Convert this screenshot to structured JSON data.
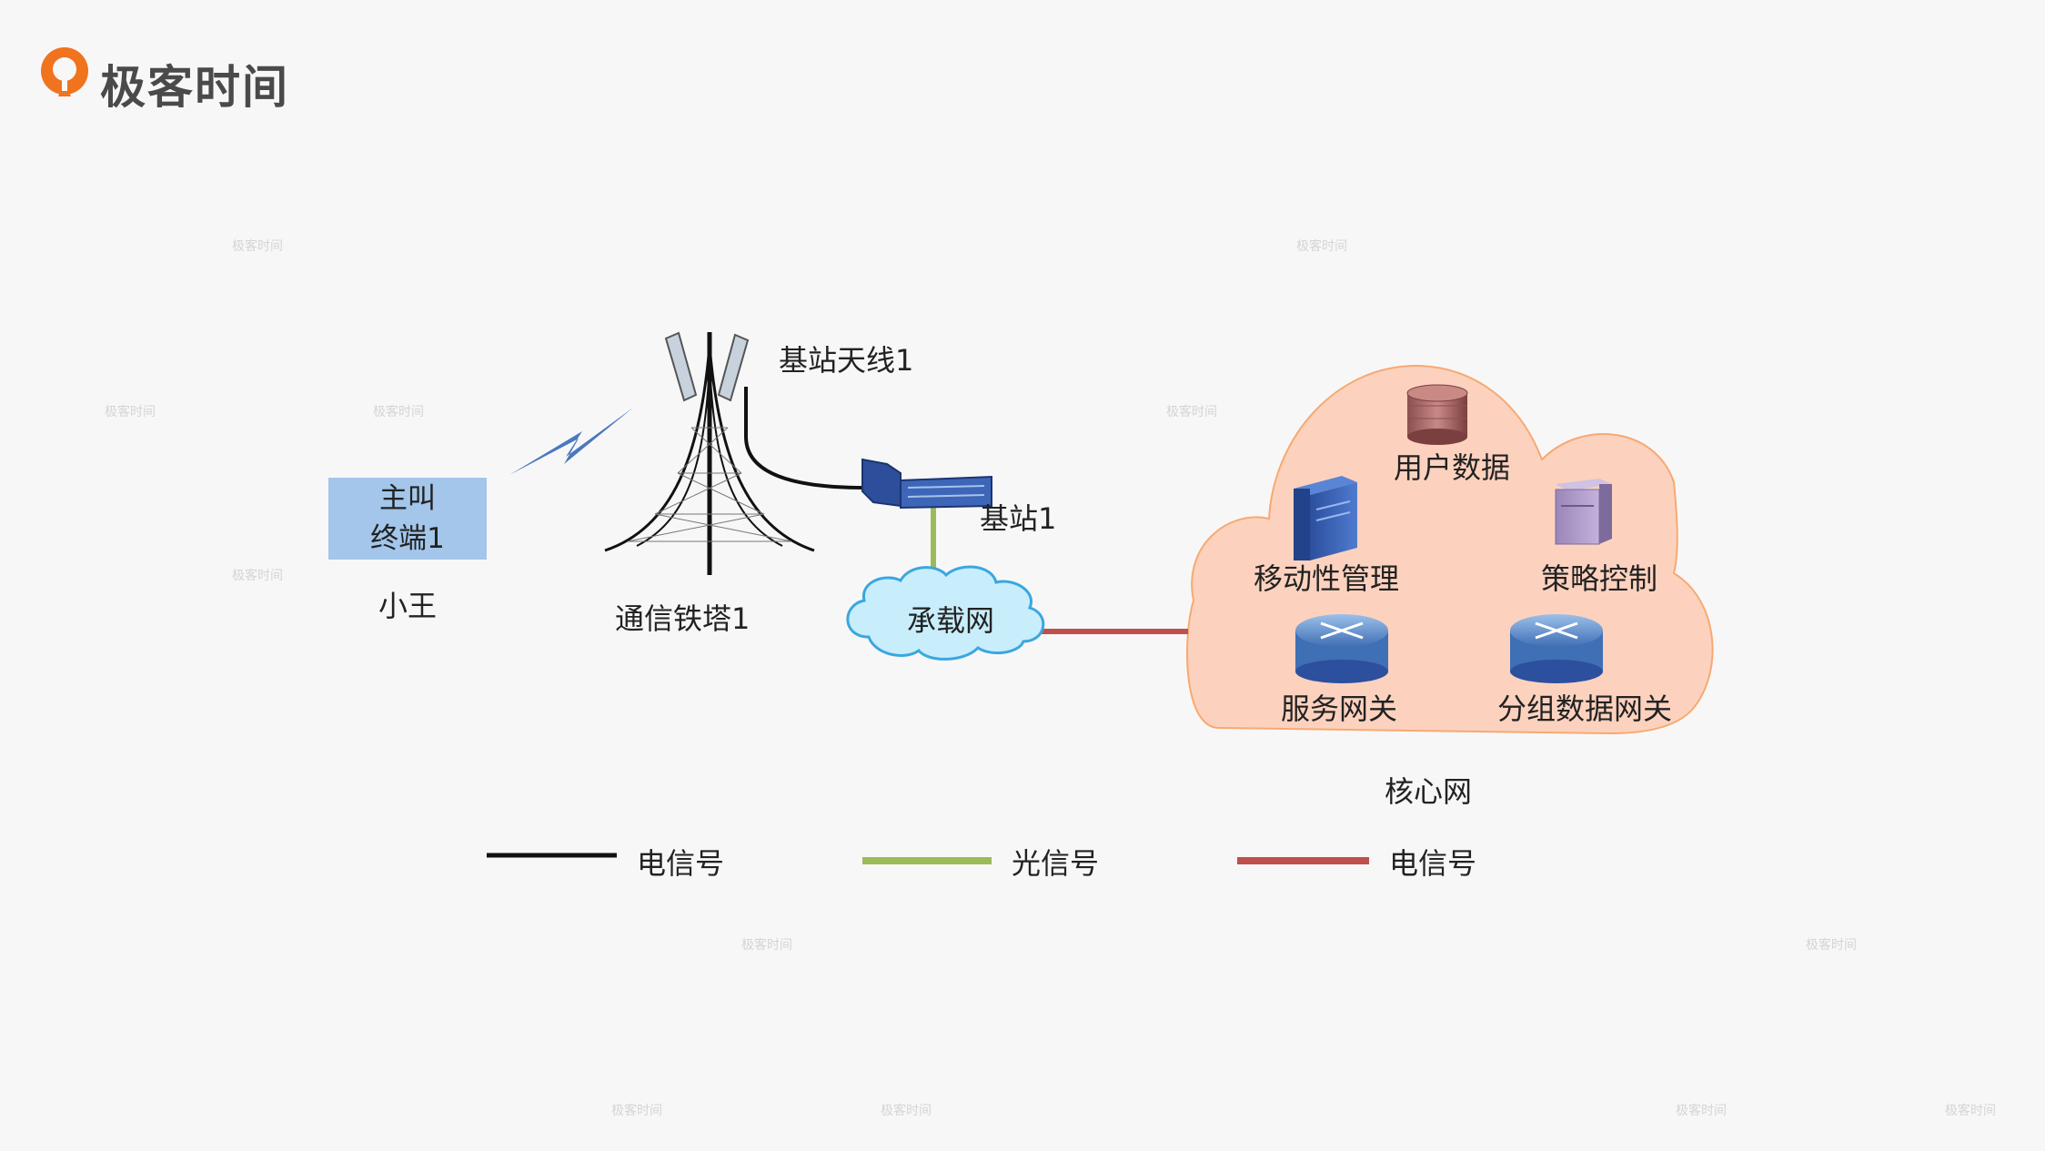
{
  "brand": {
    "name": "极客时间",
    "accent": "#f0731e"
  },
  "watermark": "极客时间",
  "caller": {
    "box_line1": "主叫",
    "box_line2": "终端1",
    "owner": "小王",
    "box_color": "#a3c6ea"
  },
  "tower": {
    "label": "通信铁塔1",
    "antenna_label": "基站天线1"
  },
  "base_station": {
    "label": "基站1"
  },
  "bearer_network": {
    "label": "承载网",
    "color": "#c8eefb"
  },
  "core_network": {
    "label": "核心网",
    "fill": "#fcd2bf",
    "stroke": "#f7a971",
    "nodes": {
      "user_data": "用户数据",
      "mobility_mgmt": "移动性管理",
      "policy_control": "策略控制",
      "serving_gateway": "服务网关",
      "packet_data_gateway": "分组数据网关"
    }
  },
  "legend": [
    {
      "label": "电信号",
      "color": "#111111"
    },
    {
      "label": "光信号",
      "color": "#9bbb59"
    },
    {
      "label": "电信号",
      "color": "#c0504d"
    }
  ]
}
